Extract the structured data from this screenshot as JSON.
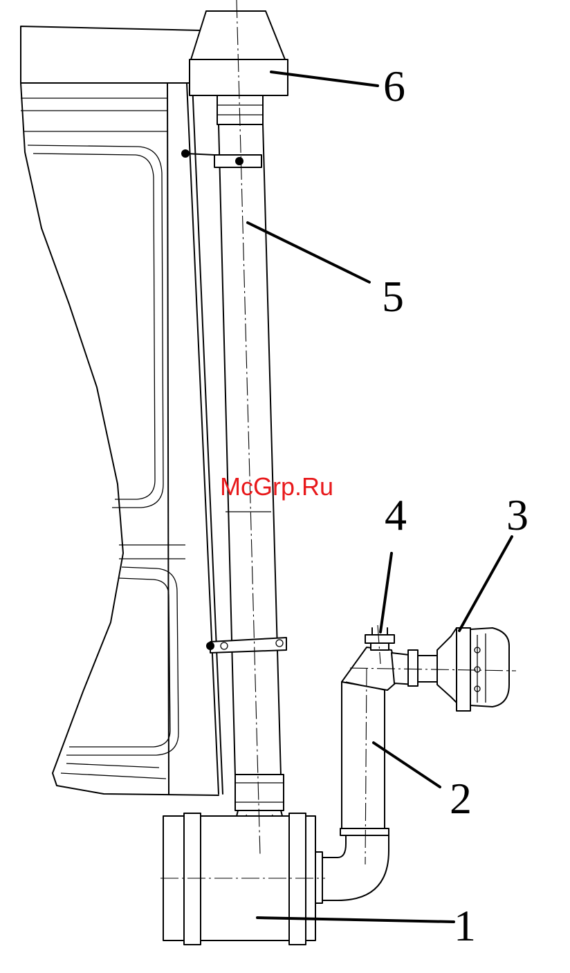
{
  "callouts": {
    "c1": "1",
    "c2": "2",
    "c3": "3",
    "c4": "4",
    "c5": "5",
    "c6": "6"
  },
  "watermark": "McGrp.Ru",
  "colors": {
    "line": "#000000",
    "background": "#ffffff",
    "watermark": "#e8191b"
  }
}
